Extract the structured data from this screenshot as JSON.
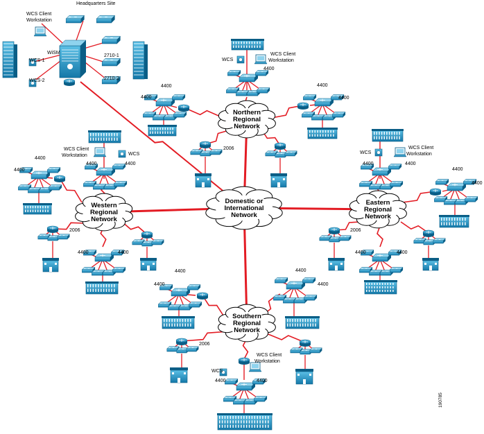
{
  "colors": {
    "link": "#e31b23",
    "device": "#1c95c4",
    "device_dark": "#0b5e86",
    "device_light": "#8fd3ee",
    "cloud_fill": "#ffffff",
    "cloud_stroke": "#000000"
  },
  "hq": {
    "title": "Headquarters Site",
    "wcs_client": "WCS Client Workstation",
    "wism": "WiSM",
    "wcs1": "WCS-1",
    "wcs2": "WCS-2",
    "ap1": "2710-1",
    "ap2": "2710-2"
  },
  "clouds": {
    "core": [
      "Domestic or",
      "International",
      "Network"
    ],
    "north": [
      "Northern",
      "Regional",
      "Network"
    ],
    "west": [
      "Western",
      "Regional",
      "Network"
    ],
    "east": [
      "Eastern",
      "Regional",
      "Network"
    ],
    "south": [
      "Southern",
      "Regional",
      "Network"
    ]
  },
  "labels": {
    "c4400": "4400",
    "c2006": "2006",
    "wcs": "WCS",
    "wcs_client": "WCS Client Workstation"
  },
  "figure_number": "190785"
}
